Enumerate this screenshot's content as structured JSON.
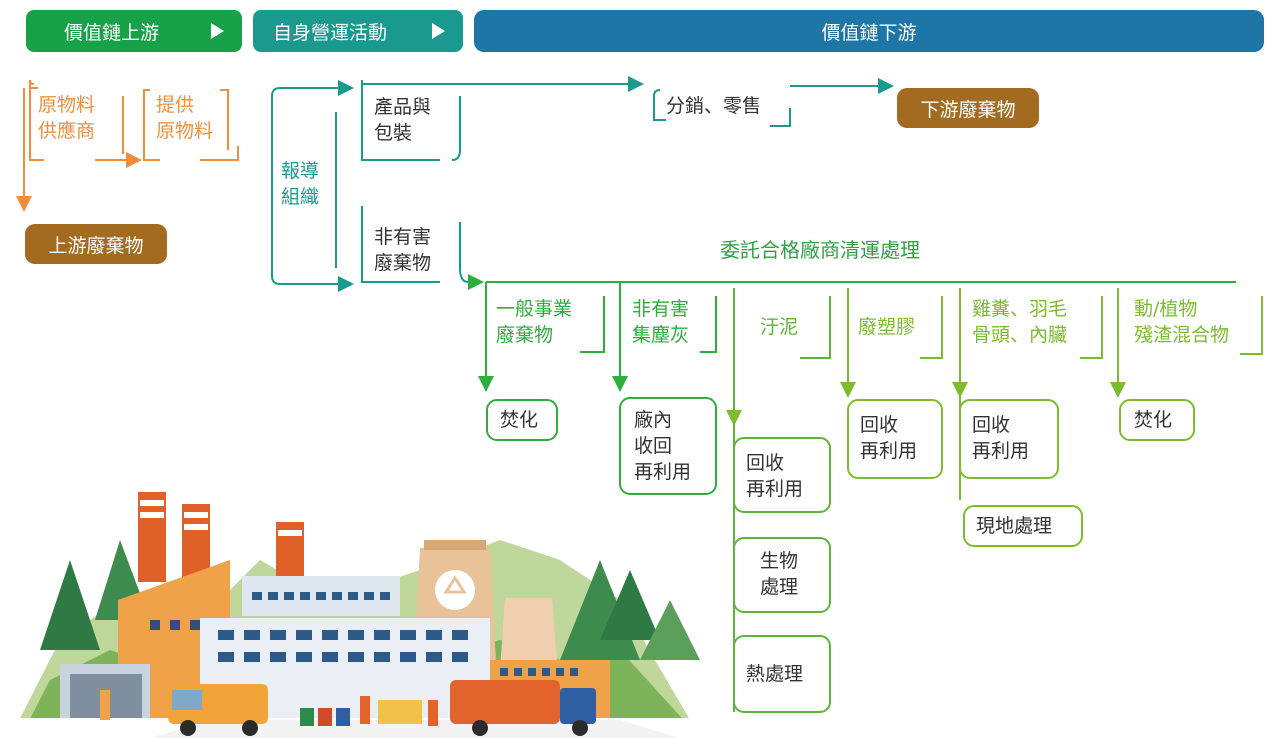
{
  "header": {
    "upstream": "價值鏈上游",
    "own_operations": "自身營運活動",
    "downstream": "價值鏈下游"
  },
  "upstream": {
    "raw_supplier": [
      "原物料",
      "供應商"
    ],
    "provide_raw": [
      "提供",
      "原物料"
    ],
    "waste": "上游廢棄物"
  },
  "own": {
    "reporting_org": [
      "報導",
      "組織"
    ],
    "products": [
      "產品與",
      "包裝"
    ],
    "non_hazardous": [
      "非有害",
      "廢棄物"
    ]
  },
  "downstream": {
    "distribution": "分銷、零售",
    "waste": "下游廢棄物",
    "contractor_title": "委託合格廠商清運處理",
    "categories": [
      {
        "lines": [
          "一般事業",
          "廢棄物"
        ],
        "results": [
          [
            "焚化"
          ]
        ]
      },
      {
        "lines": [
          "非有害",
          "集塵灰"
        ],
        "results": [
          [
            "廠內",
            "收回",
            "再利用"
          ]
        ]
      },
      {
        "lines": [
          "汙泥"
        ],
        "results": [
          [
            "回收",
            "再利用"
          ],
          [
            "生物",
            "處理"
          ],
          [
            "熱處理"
          ]
        ]
      },
      {
        "lines": [
          "廢塑膠"
        ],
        "results": [
          [
            "回收",
            "再利用"
          ]
        ]
      },
      {
        "lines": [
          "雞糞、羽毛",
          "骨頭、內臟"
        ],
        "results": [
          [
            "回收",
            "再利用"
          ],
          [
            "現地處理"
          ]
        ]
      },
      {
        "lines": [
          "動/植物",
          "殘渣混合物"
        ],
        "results": [
          [
            "焚化"
          ]
        ]
      }
    ]
  },
  "colors": {
    "upstream_green": "#17a24a",
    "own_teal": "#1a9a8e",
    "downstream_blue": "#1d76a6",
    "orange": "#ef8f3c",
    "brown": "#a36b1f",
    "green": "#2eae3c",
    "lime": "#7cbc2e",
    "text_dark": "#333333",
    "title_green": "#33a046"
  },
  "illustration": "factory-recycling-illustration"
}
